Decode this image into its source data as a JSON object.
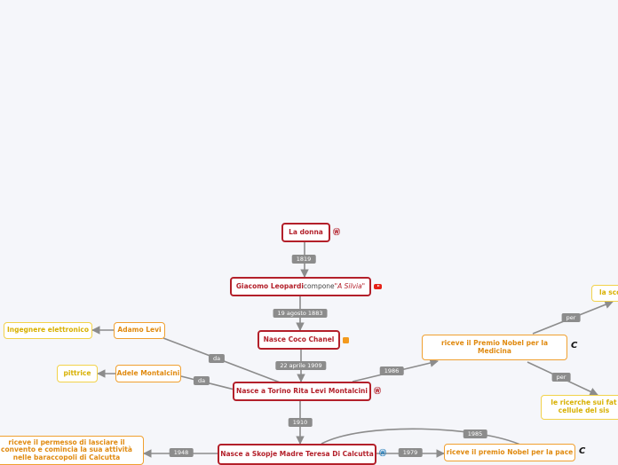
{
  "nodes": {
    "donna": "La donna",
    "leopardi": {
      "name": "Giacomo Leopardi",
      "verb": " compone ",
      "work": "\"A Silvia\""
    },
    "chanel": "Nasce Coco Chanel",
    "levi": "Nasce a Torino Rita Levi Montalcini",
    "teresa": "Nasce a Skopje Madre Teresa Di Calcutta",
    "adamo": "Adamo Levi",
    "adele": "Adele Montalcini",
    "ingegnere": "Ingegnere elettronico",
    "pittrice": "pittrice",
    "nobel_med": "riceve il Premio Nobel per la Medicina",
    "nobel_pace": "riceve il premio Nobel per la pace",
    "scoperta": "la sco",
    "ricerche": "le ricerche sui fat cellule del sis",
    "permesso": "riceve il permesso di lasciare il convento e comincia la sua attività nelle baraccopoli di Calcutta"
  },
  "labels": {
    "y1819": "1819",
    "agosto": "19 agosto 1883",
    "aprile": "22 aprile 1909",
    "y1910": "1910",
    "y1986": "1986",
    "y1948": "1948",
    "y1979": "1979",
    "y1985": "1985",
    "da1": "da",
    "da2": "da",
    "per1": "per",
    "per2": "per"
  },
  "icons": {
    "donna": "wikipedia-icon",
    "leopardi": "youtube-icon",
    "chanel": "rss-icon",
    "levi": "wikipedia-icon",
    "teresa": "wordpress-icon",
    "nobel_med": "c-icon",
    "nobel_pace": "c-icon"
  },
  "colors": {
    "main_border": "#b3202a",
    "sub_border": "#f0a030",
    "leaf_border": "#f2d24a",
    "connector": "#8c8c8c",
    "background": "#f5f6fa"
  }
}
